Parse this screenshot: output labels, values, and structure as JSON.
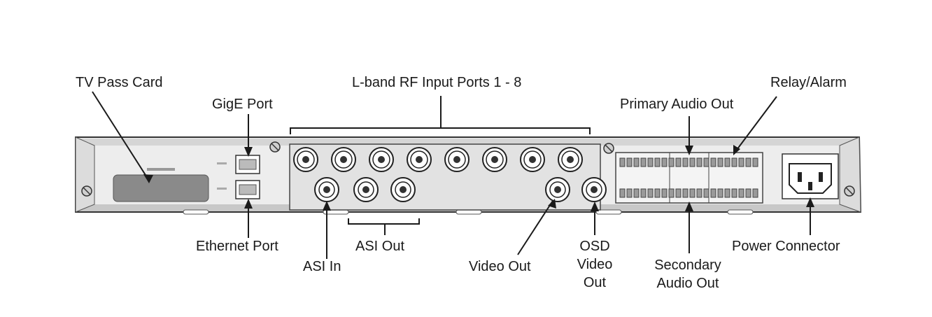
{
  "labels": {
    "tv_pass_card": "TV Pass Card",
    "gige_port": "GigE Port",
    "lband_rf_inputs": "L-band RF Input Ports 1 - 8",
    "primary_audio_out": "Primary Audio Out",
    "relay_alarm": "Relay/Alarm",
    "ethernet_port": "Ethernet Port",
    "asi_out": "ASI Out",
    "asi_in": "ASI In",
    "video_out": "Video Out",
    "osd_video_out": [
      "OSD",
      "Video",
      "Out"
    ],
    "secondary_audio_out": [
      "Secondary",
      "Audio Out"
    ],
    "power_connector": "Power Connector"
  },
  "device": {
    "rf_port_count": 8,
    "colors": {
      "panel_fill": "#e6e6e6",
      "panel_stroke": "#333333",
      "card_fill": "#8a8a8a",
      "leader_line": "#1a1a1a"
    }
  }
}
